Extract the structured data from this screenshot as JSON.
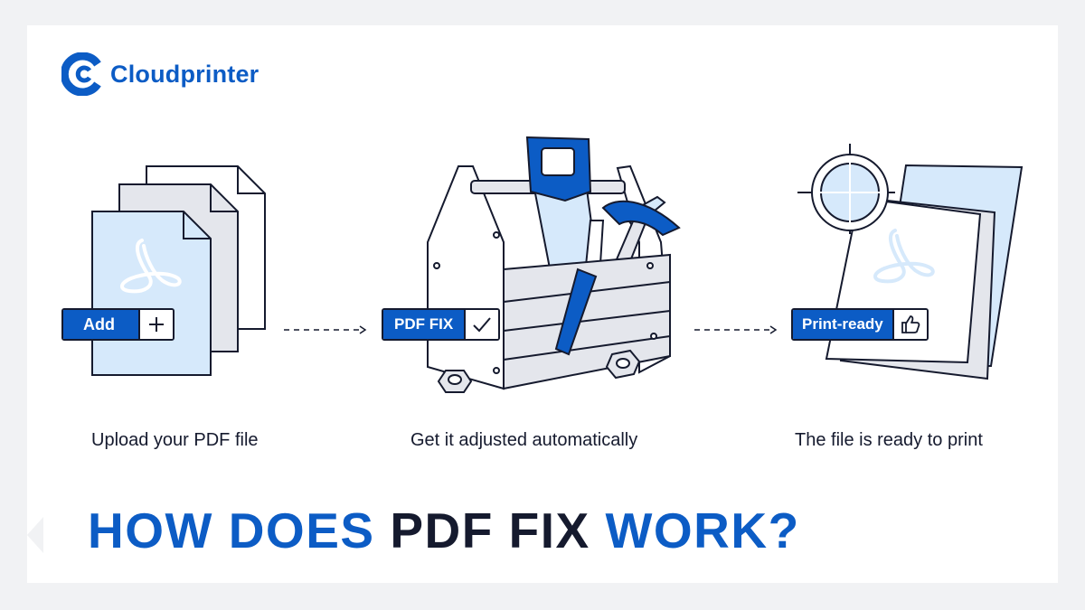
{
  "brand": {
    "name": "Cloudprinter",
    "logo_icon": "cloudprinter-c-icon"
  },
  "steps": [
    {
      "badge": "Add",
      "badge_icon": "plus-icon",
      "caption": "Upload your PDF file"
    },
    {
      "badge": "PDF FIX",
      "badge_icon": "checkmark-icon",
      "caption": "Get it adjusted automatically"
    },
    {
      "badge": "Print-ready",
      "badge_icon": "thumbs-up-icon",
      "caption": "The file is ready to print"
    }
  ],
  "headline": {
    "part1": "HOW DOES ",
    "part2": "PDF FIX",
    "part3": " WORK?"
  },
  "colors": {
    "brand_blue": "#0c5cc5",
    "ink": "#151a2e",
    "light_blue": "#d6e9fb",
    "light_gray": "#e4e6ec",
    "background": "#f1f2f4"
  }
}
